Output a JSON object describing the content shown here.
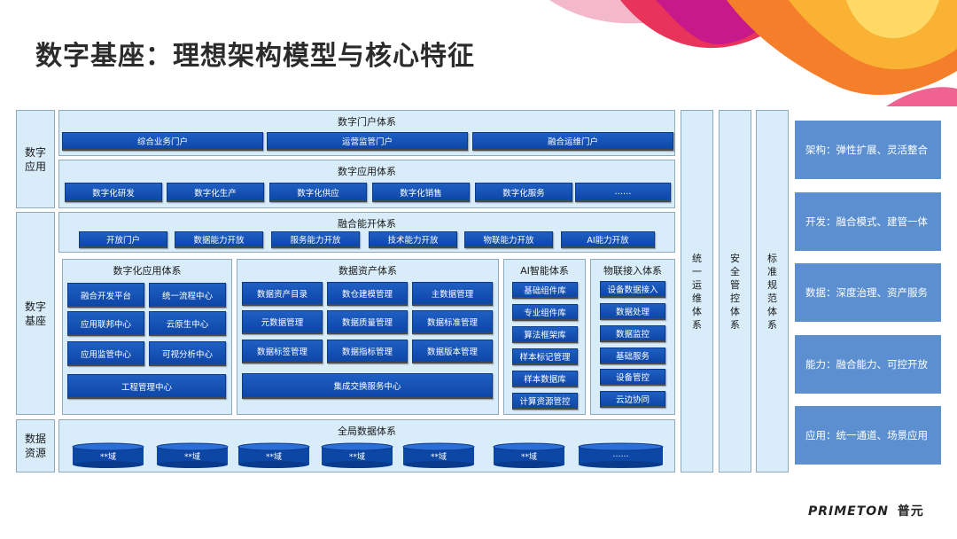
{
  "title": "数字基座：理想架构模型与核心特征",
  "side_labels": [
    "数字应用",
    "数字基座",
    "数据资源"
  ],
  "portal": {
    "title": "数字门户体系",
    "items": [
      "综合业务门户",
      "运营监管门户",
      "融合运维门户"
    ]
  },
  "app": {
    "title": "数字应用体系",
    "items": [
      "数字化研发",
      "数字化生产",
      "数字化供应",
      "数字化销售",
      "数字化服务",
      "……"
    ]
  },
  "open": {
    "title": "融合能开体系",
    "items": [
      "开放门户",
      "数据能力开放",
      "服务能力开放",
      "技术能力开放",
      "物联能力开放",
      "AI能力开放"
    ]
  },
  "digiapp": {
    "title": "数字化应用体系",
    "items": [
      "融合开发平台",
      "统一流程中心",
      "应用联邦中心",
      "云原生中心",
      "应用监管中心",
      "可视分析中心"
    ],
    "wide": "工程管理中心"
  },
  "dataasset": {
    "title": "数据资产体系",
    "items": [
      "数据资产目录",
      "数仓建模管理",
      "主数据管理",
      "元数据管理",
      "数据质量管理",
      "数据标准管理",
      "数据标签管理",
      "数据指标管理",
      "数据版本管理"
    ],
    "wide": "集成交换服务中心"
  },
  "ai": {
    "title": "AI智能体系",
    "items": [
      "基础组件库",
      "专业组件库",
      "算法框架库",
      "样本标记管理",
      "样本数据库",
      "计算资源管控"
    ]
  },
  "iot": {
    "title": "物联接入体系",
    "items": [
      "设备数据接入",
      "数据处理",
      "数据监控",
      "基础服务",
      "设备管控",
      "云边协同"
    ]
  },
  "global": {
    "title": "全局数据体系",
    "items": [
      "**域",
      "**域",
      "**域",
      "**域",
      "**域",
      "**域",
      "……"
    ]
  },
  "vertical": [
    "统一运维体系",
    "安全管控体系",
    "标准规范体系"
  ],
  "features": [
    "架构：弹性扩展、灵活整合",
    "开发：融合模式、建管一体",
    "数据：深度治理、资产服务",
    "能力：融合能力、可控开放",
    "应用：统一通道、场景应用"
  ],
  "logo": {
    "text": "PRIMETON",
    "cn": "普元"
  },
  "colors": {
    "button": "#0d47a6",
    "panel": "#d8ecf9",
    "feature": "#5b8fd0"
  }
}
